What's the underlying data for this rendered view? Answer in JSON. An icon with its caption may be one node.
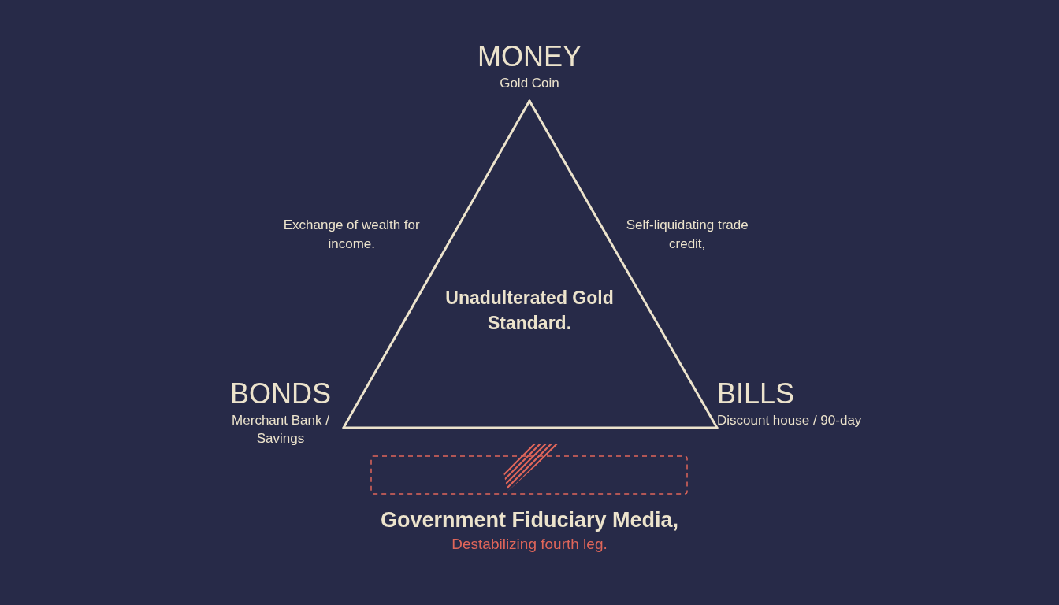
{
  "diagram": {
    "nodes": [
      {
        "text": [
          "MONEY",
          "Gold Coin"
        ]
      },
      {
        "text": [
          "BONDS",
          "Merchant Bank / Savings"
        ]
      },
      {
        "text": [
          "BILLS",
          "Discount house / 90-day"
        ]
      },
      {
        "text": [
          "Government Fiduciary Media,",
          "Destabilizing fourth leg."
        ]
      }
    ],
    "edges": [
      {
        "from": 0,
        "to": 1,
        "arrow": "none",
        "label": "Exchange of wealth for income."
      },
      {
        "from": 0,
        "to": 2,
        "arrow": "none",
        "label": "Self-liquidating trade credit,"
      },
      {
        "from": 1,
        "to": 2,
        "arrow": "none"
      }
    ],
    "labels": [
      "Unadulterated Gold Standard."
    ]
  }
}
